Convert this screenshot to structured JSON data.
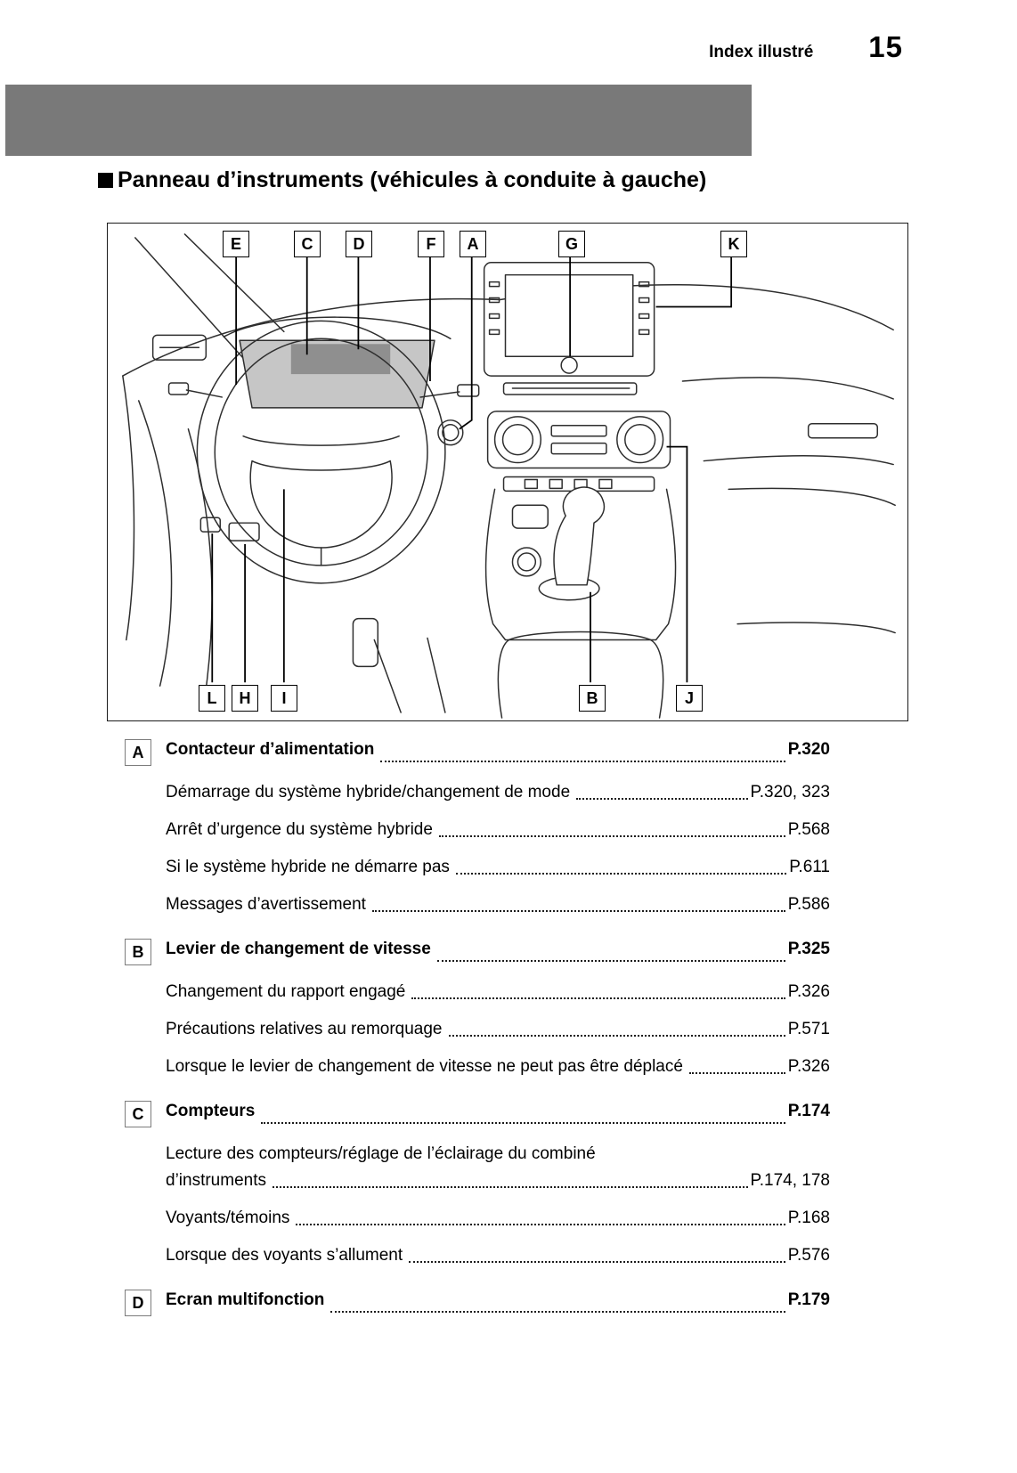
{
  "header": {
    "title": "Index illustré",
    "page_number": "15"
  },
  "section": {
    "title": "Panneau d’instruments (véhicules à conduite à gauche)"
  },
  "diagram": {
    "top_callouts": [
      "E",
      "C",
      "D",
      "F",
      "A",
      "G",
      "K"
    ],
    "bottom_callouts": [
      "L",
      "H",
      "I",
      "B",
      "J"
    ]
  },
  "index": {
    "entries": [
      {
        "letter": "A",
        "title": "Contacteur d’alimentation",
        "page": "P.320",
        "items": [
          {
            "label": "Démarrage du système hybride/changement de mode",
            "page": "P.320, 323"
          },
          {
            "label": "Arrêt d’urgence du système hybride",
            "page": "P.568"
          },
          {
            "label": "Si le système hybride ne démarre pas",
            "page": "P.611"
          },
          {
            "label": "Messages d’avertissement",
            "page": "P.586"
          }
        ]
      },
      {
        "letter": "B",
        "title": "Levier de changement de vitesse",
        "page": "P.325",
        "items": [
          {
            "label": "Changement du rapport engagé",
            "page": "P.326"
          },
          {
            "label": "Précautions relatives au remorquage",
            "page": "P.571"
          },
          {
            "label": "Lorsque le levier de changement de vitesse ne peut pas être déplacé",
            "page": "P.326"
          }
        ]
      },
      {
        "letter": "C",
        "title": "Compteurs",
        "page": "P.174",
        "items": [
          {
            "line1": "Lecture des compteurs/réglage de l’éclairage du combiné",
            "label": "d’instruments",
            "page": "P.174, 178"
          },
          {
            "label": "Voyants/témoins",
            "page": "P.168"
          },
          {
            "label": "Lorsque des voyants s’allument",
            "page": "P.576"
          }
        ]
      },
      {
        "letter": "D",
        "title": "Ecran multifonction",
        "page": "P.179",
        "items": []
      }
    ]
  }
}
